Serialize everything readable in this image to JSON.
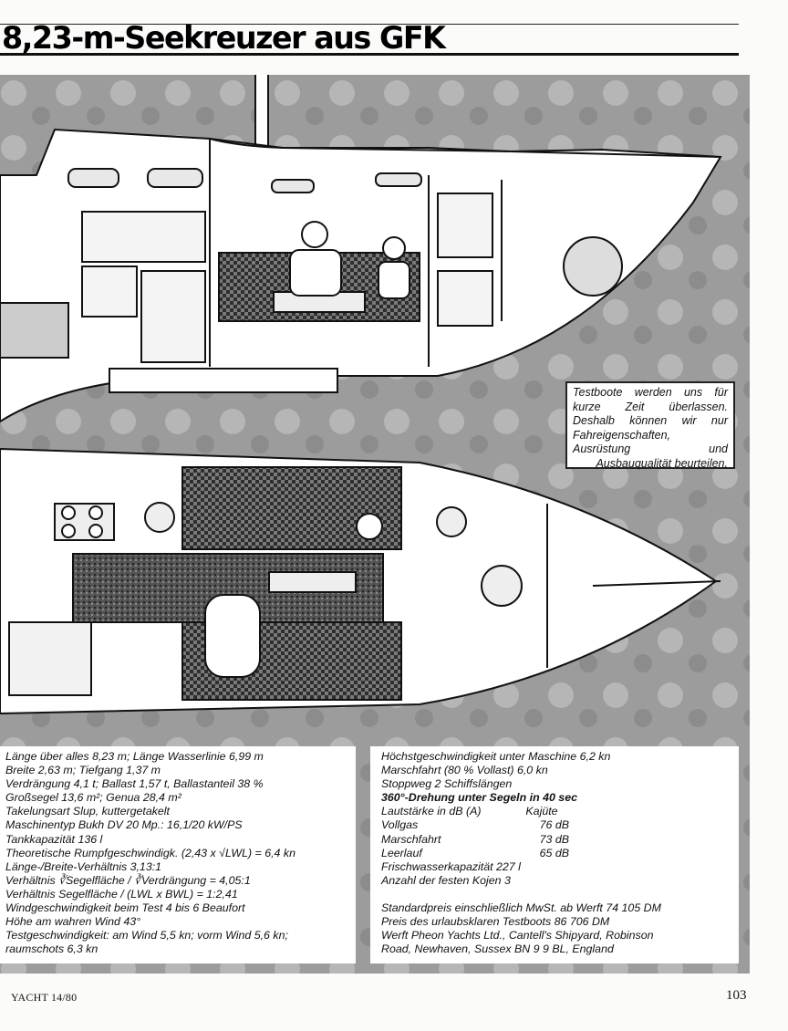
{
  "header": {
    "headline": "8,23-m-Seekreuzer aus GFK"
  },
  "illustration": {
    "description_icon": "yacht-cutaway-illustration",
    "colors": {
      "background": "#9c9c9c",
      "hull": "#ffffff",
      "upholstery": "#3a3a3a"
    }
  },
  "note_box": {
    "text": "Testboote werden uns für kurze Zeit überlassen. Deshalb können wir nur Fahreigenschaften, Ausrüstung und Ausbauqualität beurteilen."
  },
  "specs_left": [
    "Länge über alles 8,23 m; Länge Wasserlinie 6,99 m",
    "Breite 2,63 m; Tiefgang 1,37 m",
    "Verdrängung 4,1 t; Ballast 1,57 t, Ballastanteil 38 %",
    "Großsegel 13,6 m²; Genua 28,4 m²",
    "Takelungsart Slup, kuttergetakelt",
    "Maschinentyp Bukh DV 20 Mp.: 16,1/20 kW/PS",
    "Tankkapazität 136 l",
    "Theoretische Rumpfgeschwindigk. (2,43 x √LWL) = 6,4 kn",
    "Länge-/Breite-Verhältnis 3,13:1",
    "Verhältnis ∛Segelfläche / ∛Verdrängung = 4,05:1",
    "Verhältnis Segelfläche / (LWL x BWL) = 1:2,41",
    "Windgeschwindigkeit beim Test 4 bis 6 Beaufort",
    "Höhe am wahren Wind 43°",
    "Testgeschwindigkeit: am Wind 5,5 kn; vorm Wind 5,6 kn;",
    "raumschots 6,3 kn"
  ],
  "specs_right": {
    "top_lines": [
      "Höchstgeschwindigkeit unter Maschine 6,2 kn",
      "Marschfahrt (80 % Vollast) 6,0 kn",
      "Stoppweg 2 Schiffslängen"
    ],
    "turn_line": "360°-Drehung unter Segeln in 40 sec",
    "noise_header": {
      "label": "Lautstärke in dB (A)",
      "value": "Kajüte"
    },
    "noise_rows": [
      {
        "label": "Vollgas",
        "value": "76 dB"
      },
      {
        "label": "Marschfahrt",
        "value": "73 dB"
      },
      {
        "label": "Leerlauf",
        "value": "65 dB"
      }
    ],
    "after_lines": [
      "Frischwasserkapazität 227 l",
      "Anzahl der festen Kojen 3"
    ],
    "price_lines": [
      "Standardpreis einschließlich MwSt. ab Werft 74 105 DM",
      "Preis des urlaubsklaren Testboots 86 706 DM",
      "Werft Pheon Yachts Ltd., Cantell's Shipyard, Robinson",
      "Road, Newhaven, Sussex BN 9 9 BL, England"
    ]
  },
  "footer": {
    "magazine": "YACHT 14/80",
    "page_number": "103"
  }
}
